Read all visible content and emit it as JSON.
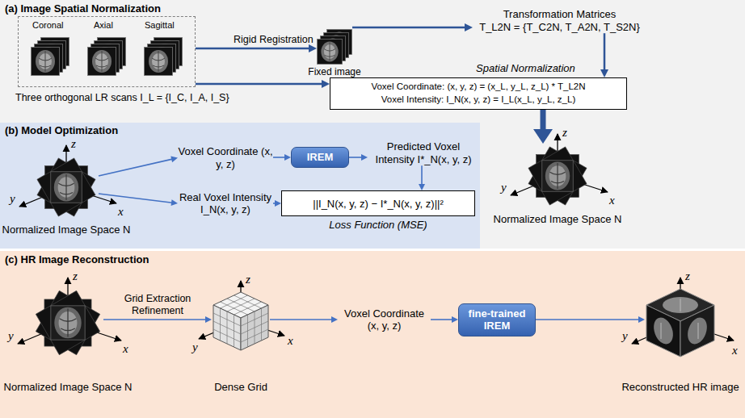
{
  "diagram": {
    "nodes": [
      {
        "text": [
          "(a) Image Spatial Normalization"
        ]
      },
      {
        "text": [
          "Coronal",
          "Axial",
          "Sagittal",
          "Three orthogonal LR scans I_L = {I_C, I_A, I_S}"
        ],
        "in": 0
      },
      {
        "text": [
          "Fixed image"
        ],
        "in": 0
      },
      {
        "text": [
          "Transformation Matrices",
          "T_L2N = {T_C2N, T_A2N, T_S2N}"
        ],
        "in": 0
      },
      {
        "text": [
          "Spatial Normalization",
          "Voxel Coordinate: (x, y, z) = (x_L, y_L, z_L) * T_L2N",
          "Voxel Intensity: I_N(x, y, z) = I_L(x_L, y_L, z_L)"
        ],
        "in": 0
      },
      {
        "text": [
          "Normalized Image Space N"
        ],
        "in": 0
      },
      {
        "text": [
          "(b) Model Optimization"
        ]
      },
      {
        "text": [
          "Normalized Image Space N"
        ],
        "in": 6
      },
      {
        "text": [
          "Voxel Coordinate (x, y, z)"
        ],
        "in": 6
      },
      {
        "text": [
          "IREM"
        ],
        "in": 6
      },
      {
        "text": [
          "Predicted Voxel Intensity I*_N(x, y, z)"
        ],
        "in": 6
      },
      {
        "text": [
          "Real Voxel Intensity I_N(x, y, z)"
        ],
        "in": 6
      },
      {
        "text": [
          "||I_N(x, y, z) − I*_N(x, y, z)||²",
          "Loss Function (MSE)"
        ],
        "in": 6
      },
      {
        "text": [
          "(c) HR Image Reconstruction"
        ]
      },
      {
        "text": [
          "Normalized Image Space N"
        ],
        "in": 13
      },
      {
        "text": [
          "Dense Grid"
        ],
        "in": 13
      },
      {
        "text": [
          "Voxel Coordinate (x, y, z)"
        ],
        "in": 13
      },
      {
        "text": [
          "fine-trained IREM"
        ],
        "in": 13
      },
      {
        "text": [
          "Reconstructed HR image"
        ],
        "in": 13
      }
    ],
    "edges": [
      {
        "from": 1,
        "to": 2,
        "label": "Rigid Registration",
        "arrow": "to"
      },
      {
        "from": 2,
        "to": 3,
        "arrow": "to"
      },
      {
        "from": 3,
        "to": 4,
        "arrow": "to"
      },
      {
        "from": 1,
        "to": 4,
        "arrow": "to"
      },
      {
        "from": 4,
        "to": 5,
        "arrow": "to"
      },
      {
        "from": 7,
        "to": 8,
        "arrow": "to"
      },
      {
        "from": 7,
        "to": 11,
        "arrow": "to"
      },
      {
        "from": 8,
        "to": 9,
        "arrow": "to"
      },
      {
        "from": 9,
        "to": 10,
        "arrow": "to"
      },
      {
        "from": 10,
        "to": 12,
        "arrow": "to"
      },
      {
        "from": 11,
        "to": 12,
        "arrow": "to"
      },
      {
        "from": 14,
        "to": 15,
        "label": "Grid Extraction Refinement",
        "arrow": "to"
      },
      {
        "from": 15,
        "to": 16,
        "arrow": "to"
      },
      {
        "from": 16,
        "to": 17,
        "arrow": "to"
      },
      {
        "from": 17,
        "to": 18,
        "arrow": "to"
      }
    ],
    "labels": [
      "z",
      "y",
      "x",
      "z",
      "y",
      "x",
      "z",
      "y",
      "x",
      "z",
      "y",
      "x",
      "z",
      "y",
      "x"
    ]
  }
}
